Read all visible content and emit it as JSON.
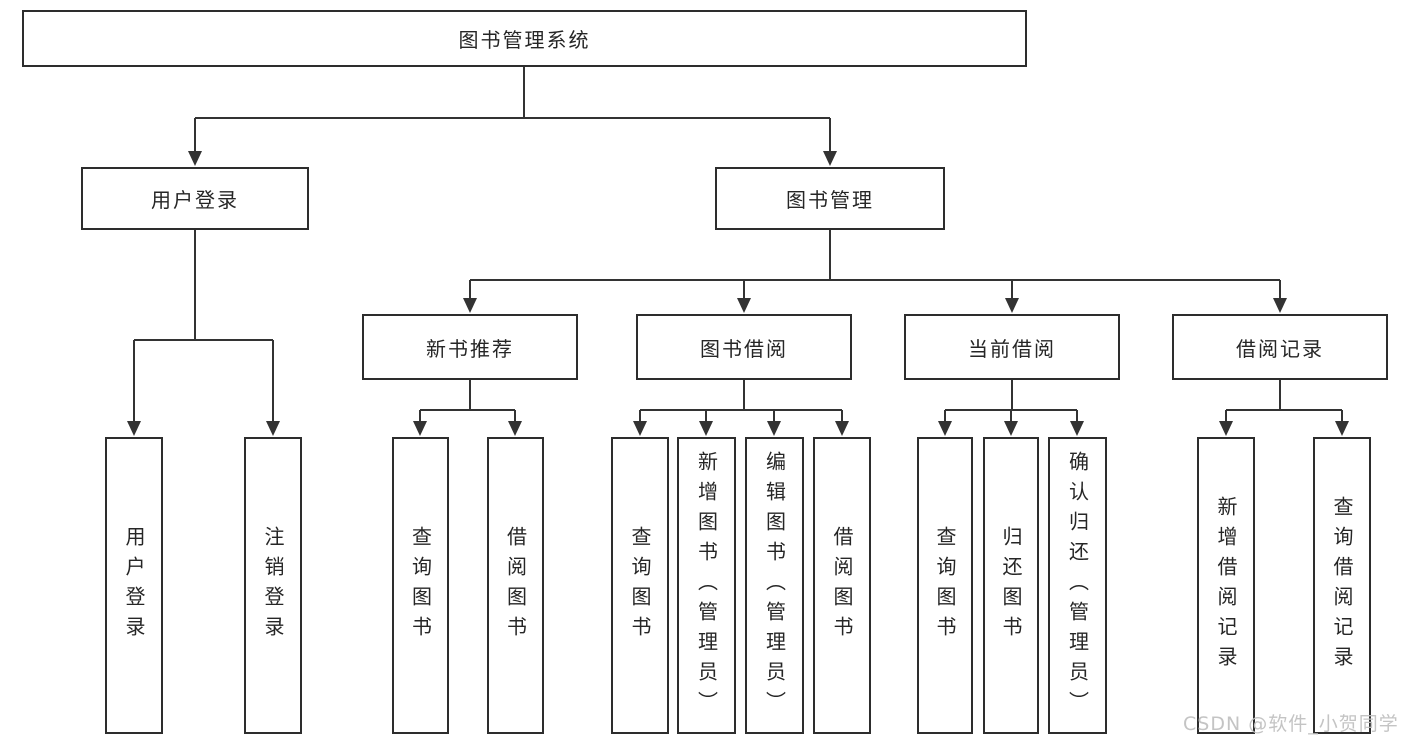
{
  "diagram": {
    "root": {
      "label": "图书管理系统"
    },
    "branches": {
      "user": {
        "label": "用户登录",
        "children": [
          "用户登录",
          "注销登录"
        ]
      },
      "book": {
        "label": "图书管理",
        "groups": {
          "recommend": {
            "label": "新书推荐",
            "children": [
              "查询图书",
              "借阅图书"
            ]
          },
          "borrow": {
            "label": "图书借阅",
            "children": [
              "查询图书",
              "新增图书（管理员）",
              "编辑图书（管理员）",
              "借阅图书"
            ]
          },
          "current": {
            "label": "当前借阅",
            "children": [
              "查询图书",
              "归还图书",
              "确认归还（管理员）"
            ]
          },
          "records": {
            "label": "借阅记录",
            "children": [
              "新增借阅记录",
              "查询借阅记录"
            ]
          }
        }
      }
    }
  },
  "watermark": {
    "text": "CSDN @软件_小贺同学"
  },
  "colors": {
    "line": "#333333",
    "box_border": "#2d2d2d",
    "text": "#262626",
    "watermark": "#c1c1c1",
    "background": "#ffffff"
  }
}
